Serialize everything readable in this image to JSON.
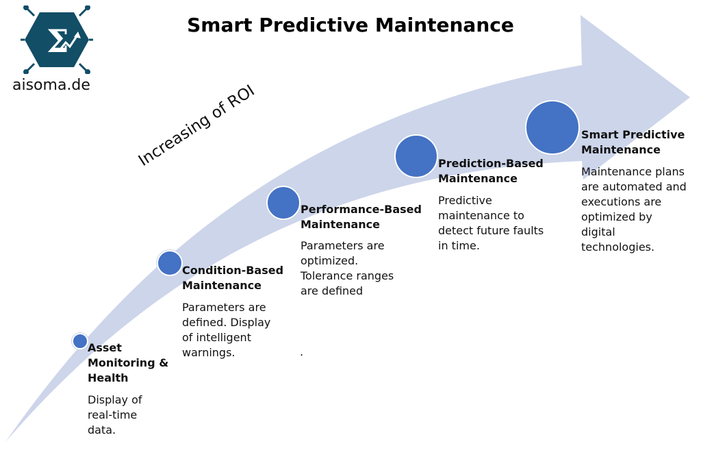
{
  "title": "Smart Predictive Maintenance",
  "logo": {
    "symbol": "Σ",
    "site": "aisoma.de",
    "color": "#124e66"
  },
  "arrow_label": "Increasing of ROI",
  "colors": {
    "arrow": "#cdd5ea",
    "dot": "#4472c4"
  },
  "steps": [
    {
      "title": "Asset\nMonitoring &\nHealth",
      "desc": "Display of\nreal-time\ndata."
    },
    {
      "title": "Condition-Based\nMaintenance",
      "desc": "Parameters are\ndefined. Display\nof intelligent\nwarnings."
    },
    {
      "title": "Performance-Based\nMaintenance",
      "desc": "Parameters are\noptimized.\nTolerance ranges\nare defined"
    },
    {
      "title": "Prediction-Based\nMaintenance",
      "desc": "Predictive\nmaintenance to\ndetect future faults\nin time."
    },
    {
      "title": "Smart Predictive\nMaintenance",
      "desc": "Maintenance plans\nare automated and\nexecutions are\noptimized by\ndigital\ntechnologies."
    }
  ],
  "stray_mark": "."
}
